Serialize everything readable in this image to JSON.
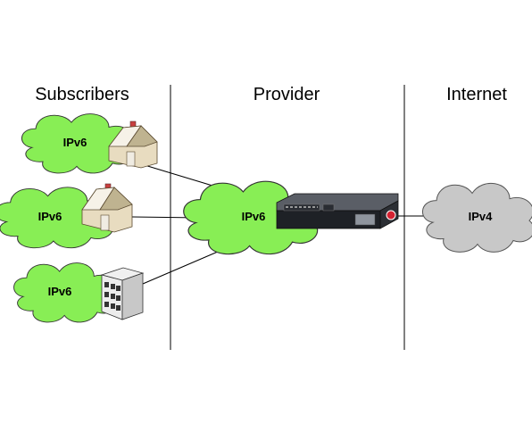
{
  "sections": {
    "subscribers": "Subscribers",
    "provider": "Provider",
    "internet": "Internet"
  },
  "clouds": {
    "subscriber_1": "IPv6",
    "subscriber_2": "IPv6",
    "subscriber_3": "IPv6",
    "provider": "IPv6",
    "internet": "IPv4"
  },
  "colors": {
    "ipv6_cloud": "#88ee55",
    "ipv4_cloud": "#c8c8c8",
    "device_body": "#1e2126",
    "device_logo": "#d42232"
  }
}
